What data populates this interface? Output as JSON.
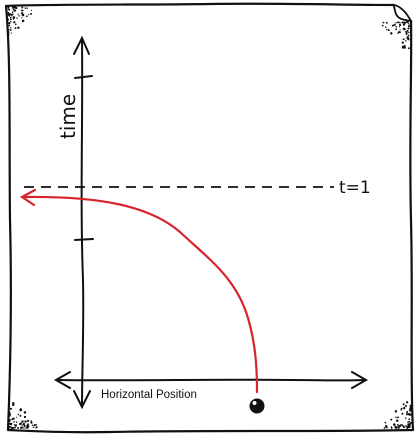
{
  "diagram": {
    "axis_labels": {
      "vertical": "time",
      "horizontal": "Horizontal Position"
    },
    "reference_line_label": "t=1",
    "colors": {
      "ink": "#111111",
      "trajectory": "#d8232a",
      "paper": "#ffffff"
    },
    "icons": [
      "particle-dot-icon",
      "arrow-head-icon"
    ]
  }
}
